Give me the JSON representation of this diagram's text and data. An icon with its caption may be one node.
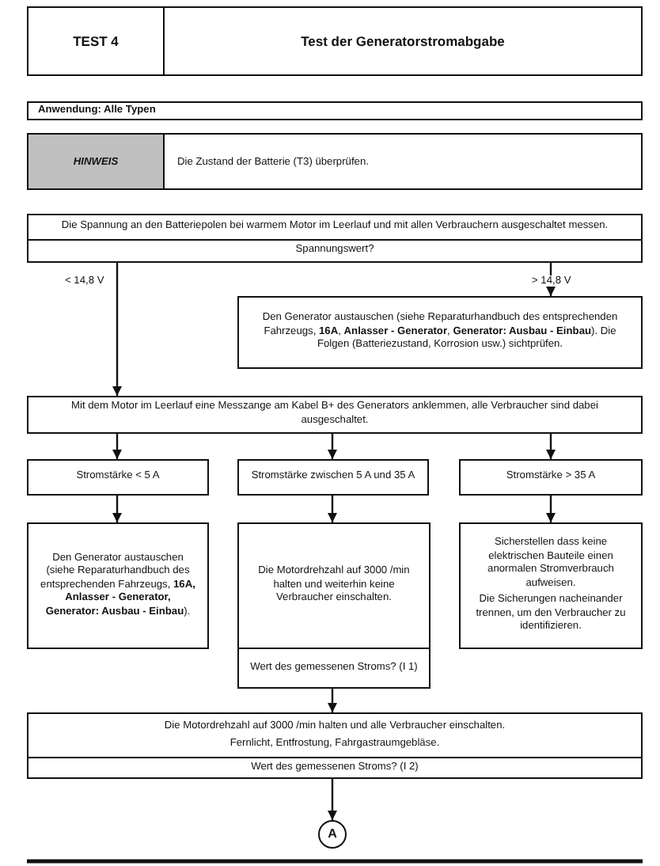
{
  "diagram": {
    "nodes": [
      {
        "text": [
          "TEST 4",
          "Test der Generatorstromabgabe"
        ]
      },
      {
        "text": [
          "Anwendung: Alle Typen"
        ]
      },
      {
        "text": [
          "HINWEIS",
          "Die Zustand der Batterie (T3) überprüfen."
        ]
      },
      {
        "text": [
          "Die Spannung an den Batteriepolen bei warmem Motor im Leerlauf und mit allen Verbrauchern ausgeschaltet messen.",
          "Spannungswert?"
        ]
      },
      {
        "text": [
          "Den Generator austauschen (siehe Reparaturhandbuch des entsprechenden Fahrzeugs, **16A**, **Anlasser - Generator**, **Generator: Ausbau - Einbau**). Die Folgen (Batteriezustand, Korrosion usw.) sichtprüfen."
        ]
      },
      {
        "text": [
          "Mit dem Motor im Leerlauf eine Messzange am Kabel B+ des Generators anklemmen, alle Verbraucher sind dabei ausgeschaltet."
        ]
      },
      {
        "text": [
          "Stromstärke < 5 A"
        ]
      },
      {
        "text": [
          "Stromstärke zwischen 5 A und 35 A"
        ]
      },
      {
        "text": [
          "Stromstärke > 35 A"
        ]
      },
      {
        "text": [
          "Den Generator austauschen (siehe Reparaturhandbuch des entsprechenden Fahrzeugs, **16A, Anlasser - Generator, Generator: Ausbau - Einbau**)."
        ]
      },
      {
        "text": [
          "Die Motordrehzahl auf 3000 /min halten und weiterhin keine Verbraucher einschalten.",
          "Wert des gemessenen Stroms? (I 1)"
        ]
      },
      {
        "text": [
          "Sicherstellen dass keine elektrischen Bauteile einen anormalen Stromverbrauch aufweisen.",
          "Die Sicherungen nacheinander trennen, um den Verbraucher zu identifizieren."
        ]
      },
      {
        "text": [
          "Die Motordrehzahl auf 3000 /min halten und alle Verbraucher einschalten.",
          "Fernlicht, Entfrostung, Fahrgastraumgebläse.",
          "Wert des gemessenen Stroms? (I 2)"
        ]
      },
      {
        "text": [
          "A"
        ]
      }
    ],
    "edges": [
      {
        "from": 3,
        "to": 5,
        "arrow": "to",
        "label": "< 14,8 V"
      },
      {
        "from": 3,
        "to": 4,
        "arrow": "to",
        "label": "> 14,8 V"
      },
      {
        "from": 5,
        "to": 6,
        "arrow": "to"
      },
      {
        "from": 5,
        "to": 7,
        "arrow": "to"
      },
      {
        "from": 5,
        "to": 8,
        "arrow": "to"
      },
      {
        "from": 6,
        "to": 9,
        "arrow": "to"
      },
      {
        "from": 7,
        "to": 10,
        "arrow": "to"
      },
      {
        "from": 8,
        "to": 11,
        "arrow": "to"
      },
      {
        "from": 10,
        "to": 12,
        "arrow": "to"
      },
      {
        "from": 12,
        "to": 13,
        "arrow": "to"
      }
    ]
  }
}
